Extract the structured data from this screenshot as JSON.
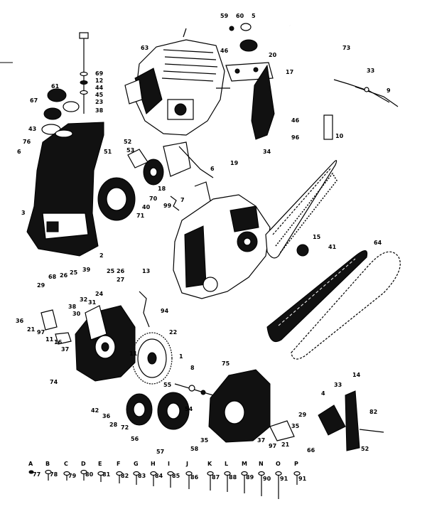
{
  "diagram": {
    "callouts": [
      {
        "id": "c59",
        "text": "59"
      },
      {
        "id": "c60",
        "text": "60"
      },
      {
        "id": "c5a",
        "text": "5"
      },
      {
        "id": "c46a",
        "text": "46"
      },
      {
        "id": "c20",
        "text": "20"
      },
      {
        "id": "c73",
        "text": "73"
      },
      {
        "id": "c33a",
        "text": "33"
      },
      {
        "id": "c9",
        "text": "9"
      },
      {
        "id": "c17",
        "text": "17"
      },
      {
        "id": "c46b",
        "text": "46"
      },
      {
        "id": "c96",
        "text": "96"
      },
      {
        "id": "c10",
        "text": "10"
      },
      {
        "id": "c34a",
        "text": "34"
      },
      {
        "id": "c19",
        "text": "19"
      },
      {
        "id": "c63",
        "text": "63"
      },
      {
        "id": "c69",
        "text": "69"
      },
      {
        "id": "c12a",
        "text": "12"
      },
      {
        "id": "c44",
        "text": "44"
      },
      {
        "id": "c45",
        "text": "45"
      },
      {
        "id": "c23",
        "text": "23"
      },
      {
        "id": "c38a",
        "text": "38"
      },
      {
        "id": "c61",
        "text": "61"
      },
      {
        "id": "c67",
        "text": "67"
      },
      {
        "id": "c43",
        "text": "43"
      },
      {
        "id": "c76",
        "text": "76"
      },
      {
        "id": "c6a",
        "text": "6"
      },
      {
        "id": "c52a",
        "text": "52"
      },
      {
        "id": "c53",
        "text": "53"
      },
      {
        "id": "c51",
        "text": "51"
      },
      {
        "id": "c6b",
        "text": "6"
      },
      {
        "id": "c18",
        "text": "18"
      },
      {
        "id": "c70",
        "text": "70"
      },
      {
        "id": "c99",
        "text": "99"
      },
      {
        "id": "c7a",
        "text": "7"
      },
      {
        "id": "c40",
        "text": "40"
      },
      {
        "id": "c71",
        "text": "71"
      },
      {
        "id": "c3",
        "text": "3"
      },
      {
        "id": "c2",
        "text": "2"
      },
      {
        "id": "c15",
        "text": "15"
      },
      {
        "id": "c41",
        "text": "41"
      },
      {
        "id": "c64",
        "text": "64"
      },
      {
        "id": "c68",
        "text": "68"
      },
      {
        "id": "c26a",
        "text": "26"
      },
      {
        "id": "c25a",
        "text": "25"
      },
      {
        "id": "c39",
        "text": "39"
      },
      {
        "id": "c25b",
        "text": "25"
      },
      {
        "id": "c26b",
        "text": "26"
      },
      {
        "id": "c13",
        "text": "13"
      },
      {
        "id": "c27",
        "text": "27"
      },
      {
        "id": "c29a",
        "text": "29"
      },
      {
        "id": "c24",
        "text": "24"
      },
      {
        "id": "c32",
        "text": "32"
      },
      {
        "id": "c31",
        "text": "31"
      },
      {
        "id": "c38b",
        "text": "38"
      },
      {
        "id": "c30",
        "text": "30"
      },
      {
        "id": "c94",
        "text": "94"
      },
      {
        "id": "c36",
        "text": "36"
      },
      {
        "id": "c21a",
        "text": "21"
      },
      {
        "id": "c97a",
        "text": "97"
      },
      {
        "id": "c11a",
        "text": "11"
      },
      {
        "id": "c16",
        "text": "16"
      },
      {
        "id": "c37a",
        "text": "37"
      },
      {
        "id": "c11b",
        "text": "11"
      },
      {
        "id": "c22",
        "text": "22"
      },
      {
        "id": "c74",
        "text": "74"
      },
      {
        "id": "c1",
        "text": "1"
      },
      {
        "id": "c8",
        "text": "8"
      },
      {
        "id": "c75",
        "text": "75"
      },
      {
        "id": "c14",
        "text": "14"
      },
      {
        "id": "c33b",
        "text": "33"
      },
      {
        "id": "c4",
        "text": "4"
      },
      {
        "id": "c42",
        "text": "42"
      },
      {
        "id": "c36b",
        "text": "36"
      },
      {
        "id": "c28",
        "text": "28"
      },
      {
        "id": "c72",
        "text": "72"
      },
      {
        "id": "c55",
        "text": "55"
      },
      {
        "id": "c54",
        "text": "54"
      },
      {
        "id": "c56",
        "text": "56"
      },
      {
        "id": "c57",
        "text": "57"
      },
      {
        "id": "c58",
        "text": "58"
      },
      {
        "id": "c35",
        "text": "35"
      },
      {
        "id": "c37b",
        "text": "37"
      },
      {
        "id": "c97b",
        "text": "97"
      },
      {
        "id": "c21b",
        "text": "21"
      },
      {
        "id": "c29b",
        "text": "29"
      },
      {
        "id": "c35b",
        "text": "35"
      },
      {
        "id": "c66",
        "text": "66"
      },
      {
        "id": "c82",
        "text": "82"
      },
      {
        "id": "c52b",
        "text": "52"
      }
    ],
    "hardware": [
      {
        "letter": "A",
        "num": "77"
      },
      {
        "letter": "B",
        "num": "78"
      },
      {
        "letter": "C",
        "num": "79"
      },
      {
        "letter": "D",
        "num": "80"
      },
      {
        "letter": "E",
        "num": "81"
      },
      {
        "letter": "F",
        "num": "82"
      },
      {
        "letter": "G",
        "num": "83"
      },
      {
        "letter": "H",
        "num": "84"
      },
      {
        "letter": "I",
        "num": "85"
      },
      {
        "letter": "J",
        "num": "86"
      },
      {
        "letter": "K",
        "num": "87"
      },
      {
        "letter": "L",
        "num": "88"
      },
      {
        "letter": "M",
        "num": "89"
      },
      {
        "letter": "N",
        "num": "90"
      },
      {
        "letter": "O",
        "num": "91"
      },
      {
        "letter": "P",
        "num": "91"
      }
    ]
  }
}
